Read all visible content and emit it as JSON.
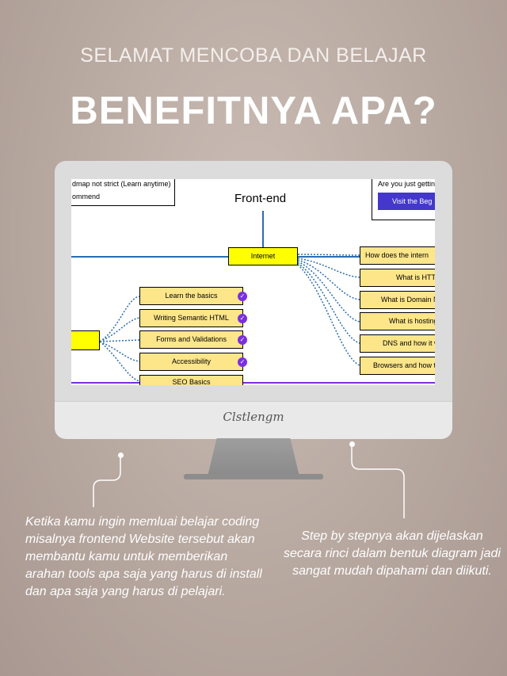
{
  "header": {
    "subtitle": "SELAMAT MENCOBA DAN BELAJAR",
    "title": "BENEFITNYA APA?"
  },
  "monitor": {
    "brand": "Clstlengm"
  },
  "screen": {
    "topleft_line1": "dmap not strict (Learn anytime)",
    "topleft_line2": "ommend",
    "heading": "Front-end",
    "topright_text": "Are you just gettin",
    "topright_button": "Visit the Beg",
    "internet_node": "Internet",
    "left_items": [
      "Learn the basics",
      "Writing Semantic HTML",
      "Forms and Validations",
      "Accessibility",
      "SEO Basics"
    ],
    "right_items": [
      "How does the intern",
      "What is HTTP",
      "What is Domain N",
      "What is hosting",
      "DNS and how it w",
      "Browsers and how th"
    ],
    "accent_colors": {
      "yellow_node": "#ffff00",
      "item_fill": "#fde68a",
      "check": "#7b2fe0",
      "line": "#2b6cb0",
      "button": "#4338ca"
    }
  },
  "captions": {
    "left": "Ketika kamu ingin memluai belajar coding misalnya frontend Website tersebut akan membantu kamu untuk memberikan arahan tools apa saja yang harus di install dan apa saja yang harus di pelajari.",
    "right": "Step by stepnya akan dijelaskan secara rinci dalam bentuk diagram jadi sangat mudah dipahami dan diikuti."
  }
}
